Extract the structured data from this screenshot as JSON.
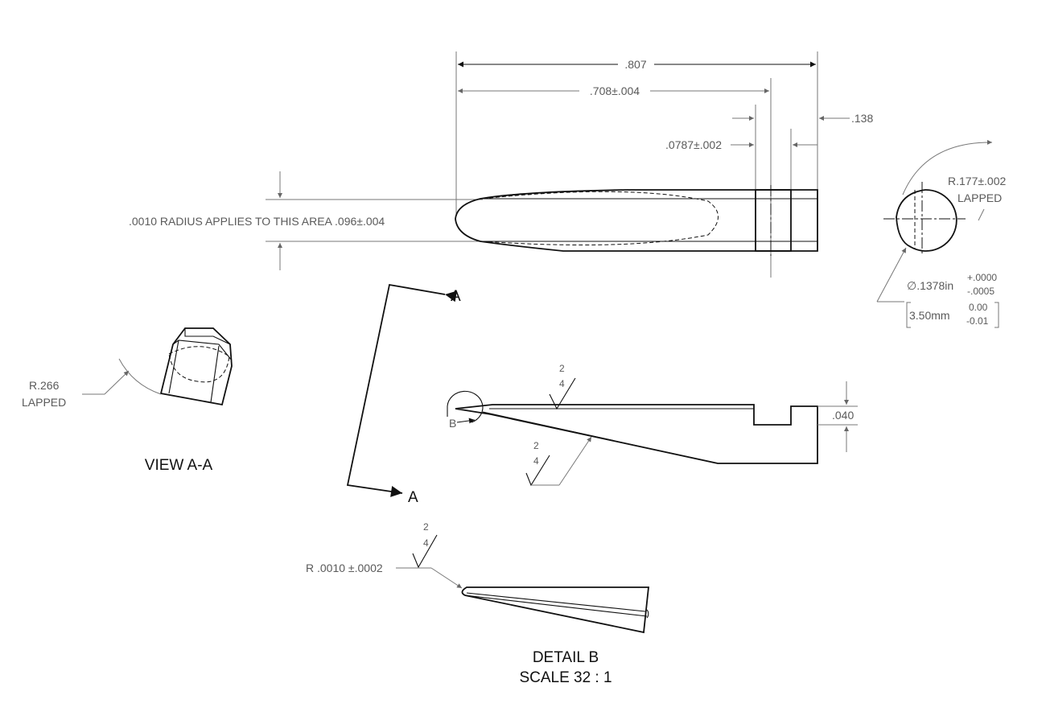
{
  "dimensions": {
    "overall_length": ".807",
    "length_708": ".708±.004",
    "width_0787": ".0787±.002",
    "offset_138": ".138",
    "radius_note": ".0010 RADIUS APPLIES TO THIS AREA .096±.004",
    "radius_177": "R.177±.002",
    "lapped_right": "LAPPED",
    "diameter_base": "∅.1378in",
    "tol_plus_in": "+.0000",
    "tol_minus_in": "-.0005",
    "metric_base": "3.50mm",
    "tol_plus_mm": "0.00",
    "tol_minus_mm": "-0.01",
    "radius_266": "R.266",
    "lapped_left": "LAPPED",
    "depth_040": ".040",
    "radius_detail": "R .0010 ±.0002"
  },
  "finish": {
    "top": "2",
    "bottom": "4"
  },
  "section_labels": {
    "a_top": "A",
    "a_bottom": "A",
    "b_marker": "B"
  },
  "views": {
    "view_aa": "VIEW A-A",
    "detail_b": "DETAIL B",
    "detail_scale": "SCALE 32 : 1"
  }
}
